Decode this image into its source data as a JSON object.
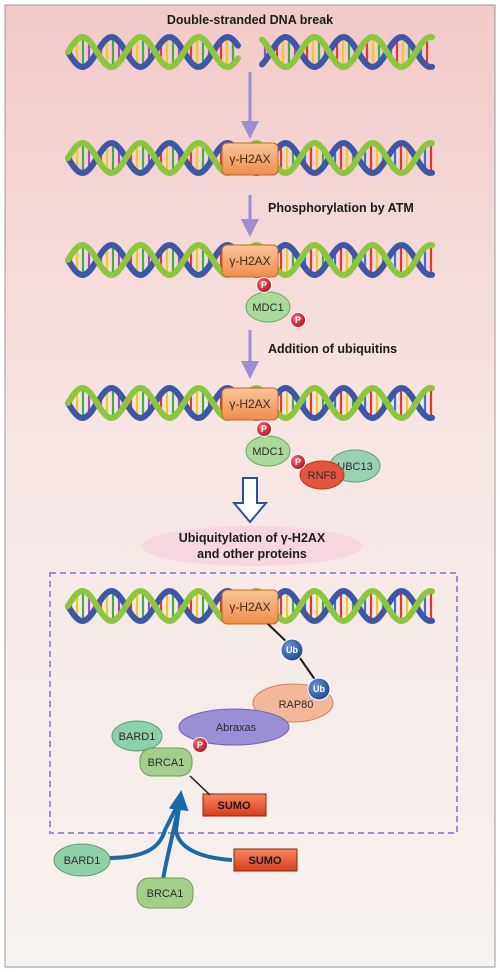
{
  "labels": {
    "dna_break": "Double-stranded DNA break",
    "phosphorylation": "Phosphorylation by ATM",
    "ubiquitin_addition": "Addition of ubiquitins",
    "ubiquitylation_line1": "Ubiquitylation of γ-H2AX",
    "ubiquitylation_line2": "and other proteins"
  },
  "proteins": {
    "h2ax": "γ-H2AX",
    "mdc1": "MDC1",
    "rnf8": "RNF8",
    "ubc13": "UBC13",
    "rap80": "RAP80",
    "abraxas": "Abraxas",
    "bard1": "BARD1",
    "brca1": "BRCA1",
    "sumo": "SUMO",
    "phospho": "P",
    "ubiquitin": "Ub"
  },
  "colors": {
    "background_top": "#f3c9c9",
    "background_bottom": "#f7f2ef",
    "arrow": "#9b8fd0",
    "hollow_arrow": "#2f4f9a",
    "dashed_box": "#9b8fd0",
    "h2ax_fill": "#f4a469",
    "mdc1_fill": "#a9d99b",
    "rnf8_fill": "#e3553c",
    "ubc13_fill": "#9bd1b3",
    "rap80_fill": "#f3b79a",
    "abraxas_fill": "#9a8fd6",
    "bard1_fill": "#8fd0a8",
    "brca1_fill": "#a3cf8c",
    "sumo_fill": "#e24a2a",
    "phospho_fill": "#d0222f",
    "ubiquitin_fill": "#2b5fa8",
    "merge_arrow": "#1a6aa8"
  }
}
